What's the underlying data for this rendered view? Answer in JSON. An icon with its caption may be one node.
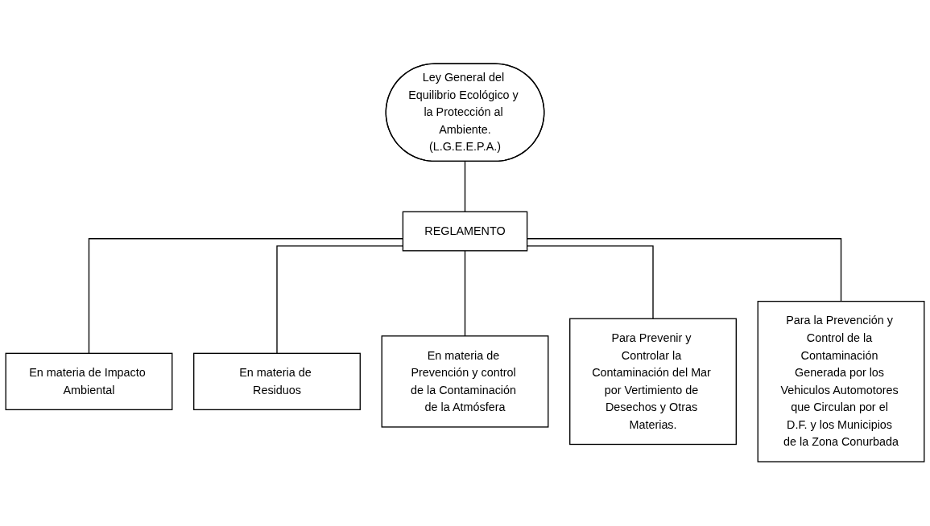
{
  "diagram": {
    "nodes": [
      {
        "text": [
          "Ley General del Equilibrio Ecológico y la Protección al Ambiente.(L.G.E.E.P.A.)"
        ]
      },
      {
        "text": [
          "REGLAMENTO"
        ]
      },
      {
        "text": [
          "En materia de Impacto Ambiental"
        ]
      },
      {
        "text": [
          "En materia de Residuos"
        ]
      },
      {
        "text": [
          "En materia de Prevención y control de la Contaminación de la Atmósfera"
        ]
      },
      {
        "text": [
          "Para Prevenir y Controlar la Contaminación del Mar por Vertimiento de Desechos y Otras Materias."
        ]
      },
      {
        "text": [
          "Para la Prevención y Control de la Contaminación Generada por los Vehiculos Automotores que Circulan por el D.F. y los Municipios de la Zona Conurbada"
        ]
      }
    ],
    "edges": [
      {
        "from": 0,
        "to": 1,
        "arrow": "none"
      },
      {
        "from": 1,
        "to": 2,
        "arrow": "none"
      },
      {
        "from": 1,
        "to": 3,
        "arrow": "none"
      },
      {
        "from": 1,
        "to": 4,
        "arrow": "none"
      },
      {
        "from": 1,
        "to": 5,
        "arrow": "none"
      },
      {
        "from": 1,
        "to": 6,
        "arrow": "none"
      }
    ]
  }
}
